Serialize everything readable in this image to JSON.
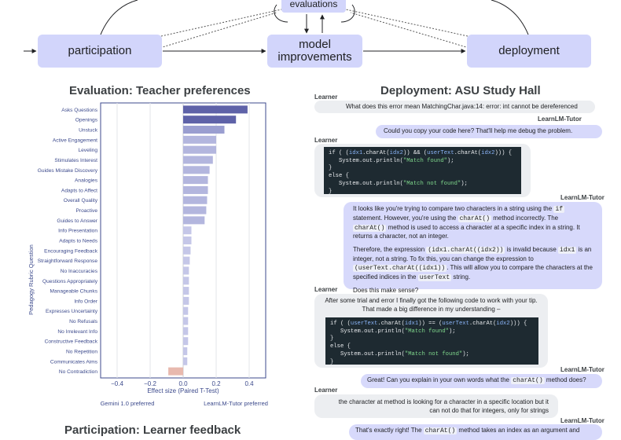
{
  "flow": {
    "evaluations": "evaluations",
    "participation": "participation",
    "model_improvements_1": "model",
    "model_improvements_2": "improvements",
    "deployment": "deployment"
  },
  "eval_title": "Evaluation: Teacher preferences",
  "participation_title": "Participation: Learner feedback",
  "deployment_title": "Deployment: ASU Study Hall",
  "chart_data": {
    "type": "bar",
    "orientation": "horizontal",
    "title": "Evaluation: Teacher preferences",
    "xlabel": "Effect size (Paired T-Test)",
    "ylabel": "Pedagogy Rubric Question",
    "xlim": [
      -0.5,
      0.5
    ],
    "xticks": [
      "−0.4",
      "−0.2",
      "0.0",
      "0.2",
      "0.4"
    ],
    "xtick_values": [
      -0.4,
      -0.2,
      0.0,
      0.2,
      0.4
    ],
    "grid": true,
    "left_caption": "Gemini 1.0 preferred",
    "right_caption": "LearnLM-Tutor preferred",
    "categories": [
      "Asks Questions",
      "Openings",
      "Unstuck",
      "Active Engagement",
      "Leveling",
      "Stimulates Interest",
      "Guides Mistake Discovery",
      "Analogies",
      "Adapts to Affect",
      "Overall Quality",
      "Proactive",
      "Guides to Answer",
      "Info Presentation",
      "Adapts to Needs",
      "Encouraging Feedback",
      "Straightforward Response",
      "No Inaccuracies",
      "Questions Appropriately",
      "Manageable Chunks",
      "Info Order",
      "Expresses Uncertainty",
      "No Refusals",
      "No Irrelevant Info",
      "Constructive Feedback",
      "No Repetition",
      "Communicates Aims",
      "No Contradiction"
    ],
    "values": [
      0.39,
      0.32,
      0.25,
      0.2,
      0.2,
      0.18,
      0.16,
      0.15,
      0.15,
      0.145,
      0.14,
      0.13,
      0.05,
      0.05,
      0.045,
      0.04,
      0.035,
      0.035,
      0.035,
      0.035,
      0.03,
      0.03,
      0.03,
      0.03,
      0.025,
      0.025,
      -0.09
    ]
  },
  "chat": {
    "learner": "Learner",
    "tutor": "LearnLM-Tutor",
    "m1": "What does this error mean MatchingChar.java:14: error: int cannot be dereferenced",
    "m2": "Could you copy your code here? That'll help me debug the problem.",
    "m3_code": [
      "if ( (idx1.charAt(idx2)) && (userText.charAt(idx2))) {",
      "   System.out.println(\"Match found\");",
      "}",
      "else {",
      "   System.out.println(\"Match not found\");",
      "}"
    ],
    "m4_p1a": "It looks like you're trying to compare two characters in a string using the",
    "m4_if": "if",
    "m4_p1b": "statement. However, you're using the",
    "m4_charAt": "charAt()",
    "m4_p1c": "method incorrectly. The",
    "m4_p1d": "method is used to access a character at a specific index in a string. It returns a character, not an integer.",
    "m4_p2a": "Therefore, the expression",
    "m4_expr": "(idx1.charAt((idx2))",
    "m4_p2b": "is invalid because",
    "m4_idx1": "idx1",
    "m4_p2c": "is an integer, not a string. To fix this, you can change the expression to",
    "m4_fix": "(userText.charAt((idx1))",
    "m4_p2d": ". This will allow you to compare the characters at the specified indices in the",
    "m4_userText": "userText",
    "m4_p2e": "string.",
    "m4_p3": "Does this make sense?",
    "m5_text": "After some trial and error I finally got the following code to work with your tip. That made a big difference in my understanding –",
    "m5_code": [
      "if ( (userText.charAt(idx1)) == (userText.charAt(idx2))) {",
      "   System.out.println(\"Match found\");",
      "}",
      "else {",
      "   System.out.println(\"Match not found\");",
      "}"
    ],
    "m6a": "Great! Can you explain in your own words what the",
    "m6_code": "charAt()",
    "m6b": "method does?",
    "m7": "the character at method is looking for a character in a specific location but it can not do that for integers, only for strings",
    "m8a": "That's exactly right! The",
    "m8_code": "charAt()",
    "m8b": "method takes an index as an argument and"
  }
}
